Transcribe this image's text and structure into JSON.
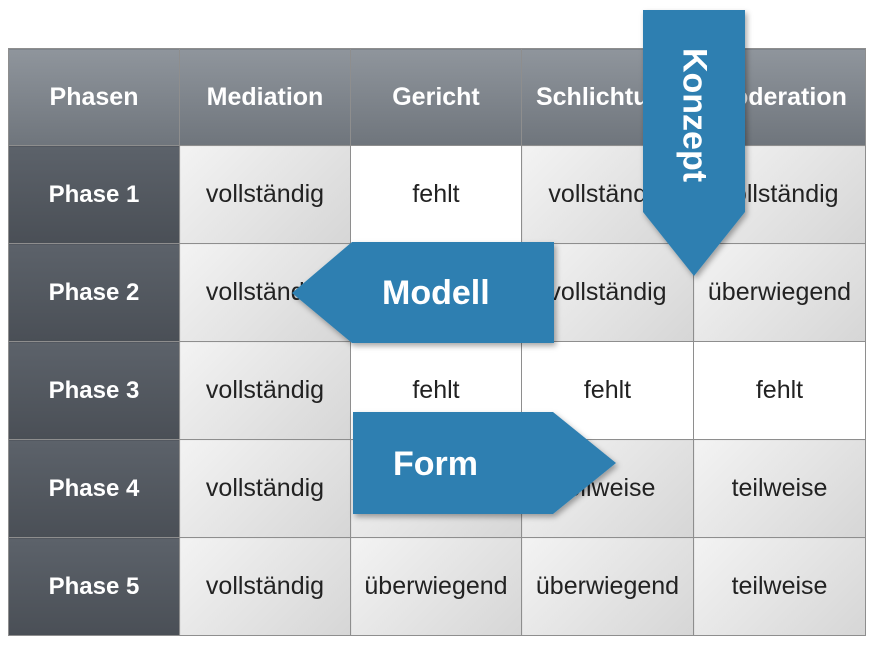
{
  "table": {
    "header": [
      "Phasen",
      "Mediation",
      "Gericht",
      "Schlichtung",
      "Moderation"
    ],
    "rows": [
      {
        "label": "Phase 1",
        "cells": [
          "vollständig",
          "fehlt",
          "vollständig",
          "vollständig"
        ]
      },
      {
        "label": "Phase 2",
        "cells": [
          "vollständig",
          "",
          "vollständig",
          "überwiegend"
        ]
      },
      {
        "label": "Phase 3",
        "cells": [
          "vollständig",
          "fehlt",
          "fehlt",
          "fehlt"
        ]
      },
      {
        "label": "Phase 4",
        "cells": [
          "vollständig",
          "",
          "teilweise",
          "teilweise"
        ]
      },
      {
        "label": "Phase 5",
        "cells": [
          "vollständig",
          "überwiegend",
          "überwiegend",
          "teilweise"
        ]
      }
    ]
  },
  "arrows": {
    "konzept": "Konzept",
    "modell": "Modell",
    "form": "Form"
  },
  "colors": {
    "arrow_fill": "#2d7fb1",
    "header_bg": "#7d838a",
    "rowhead_bg": "#52575e"
  }
}
